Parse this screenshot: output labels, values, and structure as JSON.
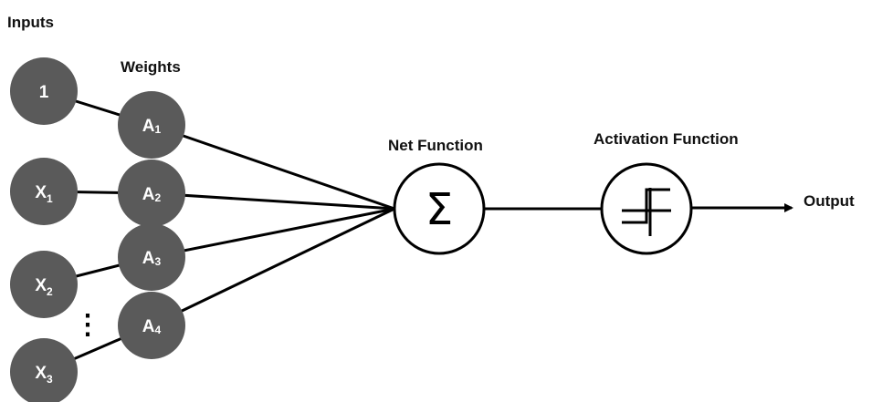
{
  "labels": {
    "inputs": "Inputs",
    "weights": "Weights",
    "net_function": "Net Function",
    "activation_function": "Activation Function",
    "output": "Output"
  },
  "inputs": [
    {
      "main": "1",
      "sub": ""
    },
    {
      "main": "X",
      "sub": "1"
    },
    {
      "main": "X",
      "sub": "2"
    },
    {
      "main": "X",
      "sub": "3"
    }
  ],
  "weights": [
    {
      "main": "A",
      "sub": "1"
    },
    {
      "main": "A",
      "sub": "2"
    },
    {
      "main": "A",
      "sub": "3"
    },
    {
      "main": "A",
      "sub": "4"
    }
  ],
  "net_function_symbol": "Σ",
  "ellipsis": "⋮",
  "colors": {
    "node_fill": "#5a5a5a",
    "line": "#000000",
    "text": "#ffffff"
  }
}
